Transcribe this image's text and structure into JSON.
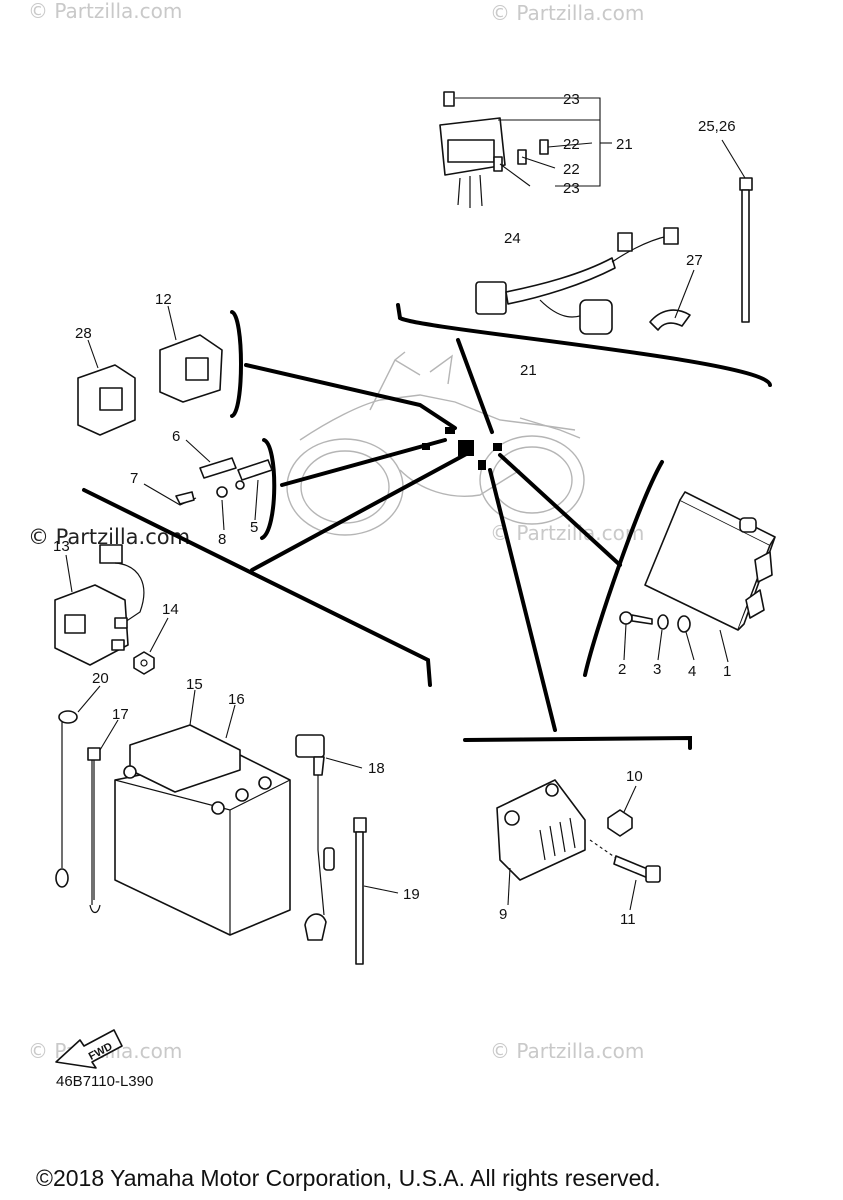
{
  "watermark": "© Partzilla.com",
  "diagram_code": "46B7110-L390",
  "fwd_label": "FWD",
  "copyright": "©2018 Yamaha Motor Corporation, U.S.A. All rights reserved.",
  "callouts": {
    "c1": "1",
    "c2": "2",
    "c3": "3",
    "c4": "4",
    "c5": "5",
    "c6": "6",
    "c7": "7",
    "c8": "8",
    "c9": "9",
    "c10": "10",
    "c11": "11",
    "c12": "12",
    "c13": "13",
    "c14": "14",
    "c15": "15",
    "c16": "16",
    "c17": "17",
    "c18": "18",
    "c19": "19",
    "c20": "20",
    "c21a": "21",
    "c21b": "21",
    "c22a": "22",
    "c22b": "22",
    "c23a": "23",
    "c23b": "23",
    "c24": "24",
    "c2526": "25,26",
    "c27": "27",
    "c28": "28"
  }
}
